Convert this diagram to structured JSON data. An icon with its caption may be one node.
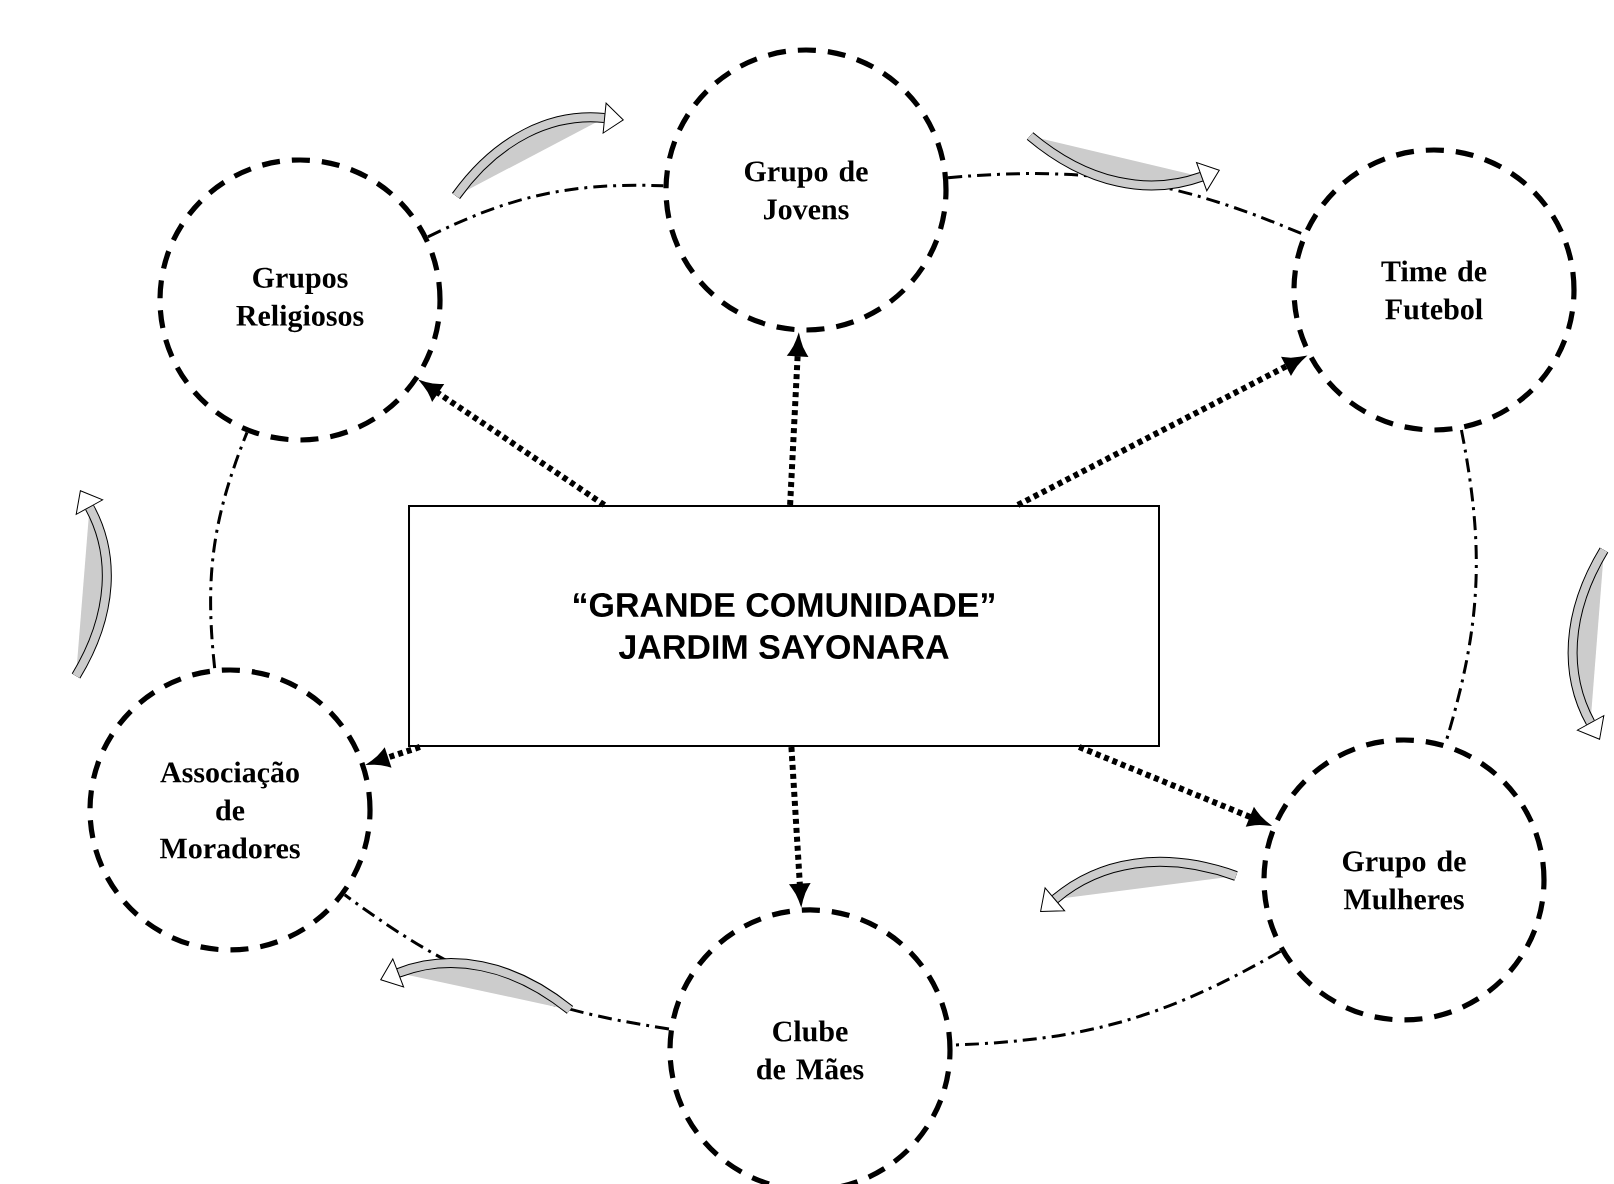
{
  "diagram": {
    "nodes": [
      {
        "text": [
          "“GRANDE COMUNIDADE”",
          "JARDIM SAYONARA"
        ]
      },
      {
        "text": [
          "Grupo de Jovens"
        ]
      },
      {
        "text": [
          "Time de Futebol"
        ]
      },
      {
        "text": [
          "Grupo de Mulheres"
        ]
      },
      {
        "text": [
          "Clube de Mães"
        ]
      },
      {
        "text": [
          "Associação de Moradores"
        ]
      },
      {
        "text": [
          "Grupos Religiosos"
        ]
      }
    ],
    "edges": [
      {
        "from": 0,
        "to": 1,
        "arrow": "to",
        "style": "dashed"
      },
      {
        "from": 0,
        "to": 2,
        "arrow": "to",
        "style": "dashed"
      },
      {
        "from": 0,
        "to": 3,
        "arrow": "to",
        "style": "dashed"
      },
      {
        "from": 0,
        "to": 4,
        "arrow": "to",
        "style": "dashed"
      },
      {
        "from": 0,
        "to": 5,
        "arrow": "to",
        "style": "dashed"
      },
      {
        "from": 0,
        "to": 6,
        "arrow": "to",
        "style": "dashed"
      },
      {
        "from": 6,
        "to": 1,
        "arrow": "none",
        "style": "dashed"
      },
      {
        "from": 1,
        "to": 2,
        "arrow": "none",
        "style": "dashed"
      },
      {
        "from": 2,
        "to": 3,
        "arrow": "none",
        "style": "dashed"
      },
      {
        "from": 3,
        "to": 4,
        "arrow": "none",
        "style": "dashed"
      },
      {
        "from": 4,
        "to": 5,
        "arrow": "none",
        "style": "dashed"
      },
      {
        "from": 5,
        "to": 6,
        "arrow": "none",
        "style": "dashed"
      }
    ]
  }
}
